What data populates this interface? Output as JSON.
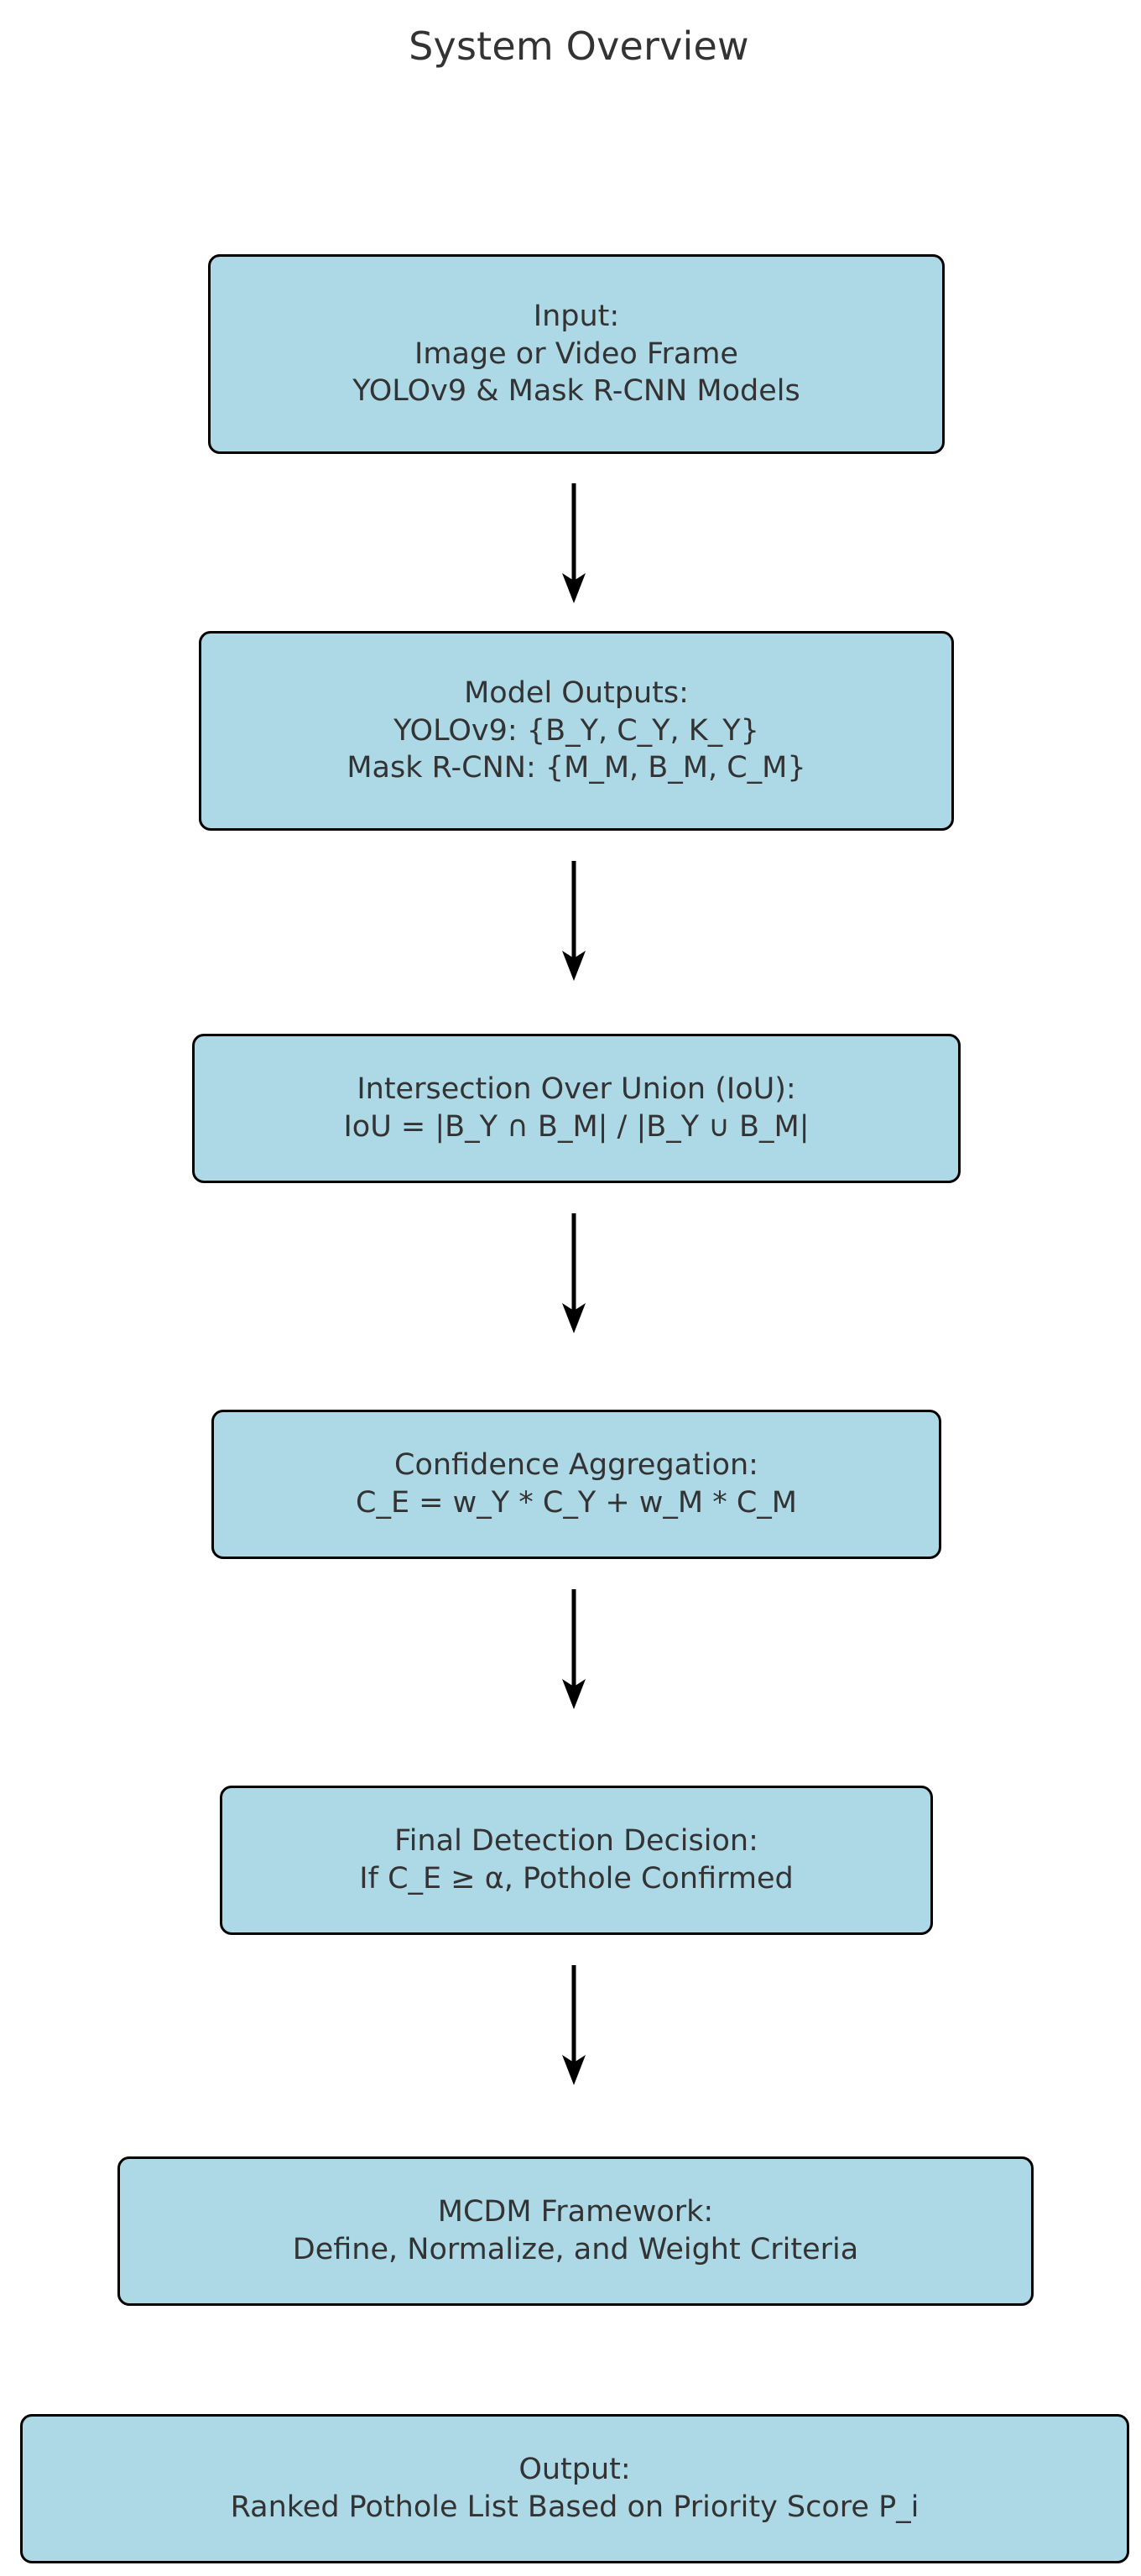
{
  "diagram": {
    "title": "System Overview",
    "accent_fill": "#add8e6",
    "stroke_color": "#000000",
    "text_color": "#333333",
    "background": "#ffffff",
    "nodes": [
      {
        "id": "input",
        "lines": [
          "Input:",
          "Image or Video Frame",
          "YOLOv9 & Mask R-CNN Models"
        ]
      },
      {
        "id": "model-outputs",
        "lines": [
          "Model Outputs:",
          "YOLOv9: {B_Y, C_Y, K_Y}",
          "Mask R-CNN: {M_M, B_M, C_M}"
        ]
      },
      {
        "id": "iou",
        "lines": [
          "Intersection Over Union (IoU):",
          "IoU = |B_Y ∩ B_M| / |B_Y ∪ B_M|"
        ]
      },
      {
        "id": "confidence-aggregation",
        "lines": [
          "Confidence Aggregation:",
          "C_E = w_Y * C_Y + w_M * C_M"
        ]
      },
      {
        "id": "final-detection",
        "lines": [
          "Final Detection Decision:",
          "If C_E ≥ α, Pothole Confirmed"
        ]
      },
      {
        "id": "mcdm",
        "lines": [
          "MCDM Framework:",
          "Define, Normalize, and Weight Criteria"
        ]
      },
      {
        "id": "output",
        "lines": [
          "Output:",
          "Ranked Pothole List Based on Priority Score P_i"
        ]
      }
    ],
    "edges": [
      {
        "from": "input",
        "to": "model-outputs"
      },
      {
        "from": "model-outputs",
        "to": "iou"
      },
      {
        "from": "iou",
        "to": "confidence-aggregation"
      },
      {
        "from": "confidence-aggregation",
        "to": "final-detection"
      },
      {
        "from": "final-detection",
        "to": "mcdm"
      }
    ]
  }
}
